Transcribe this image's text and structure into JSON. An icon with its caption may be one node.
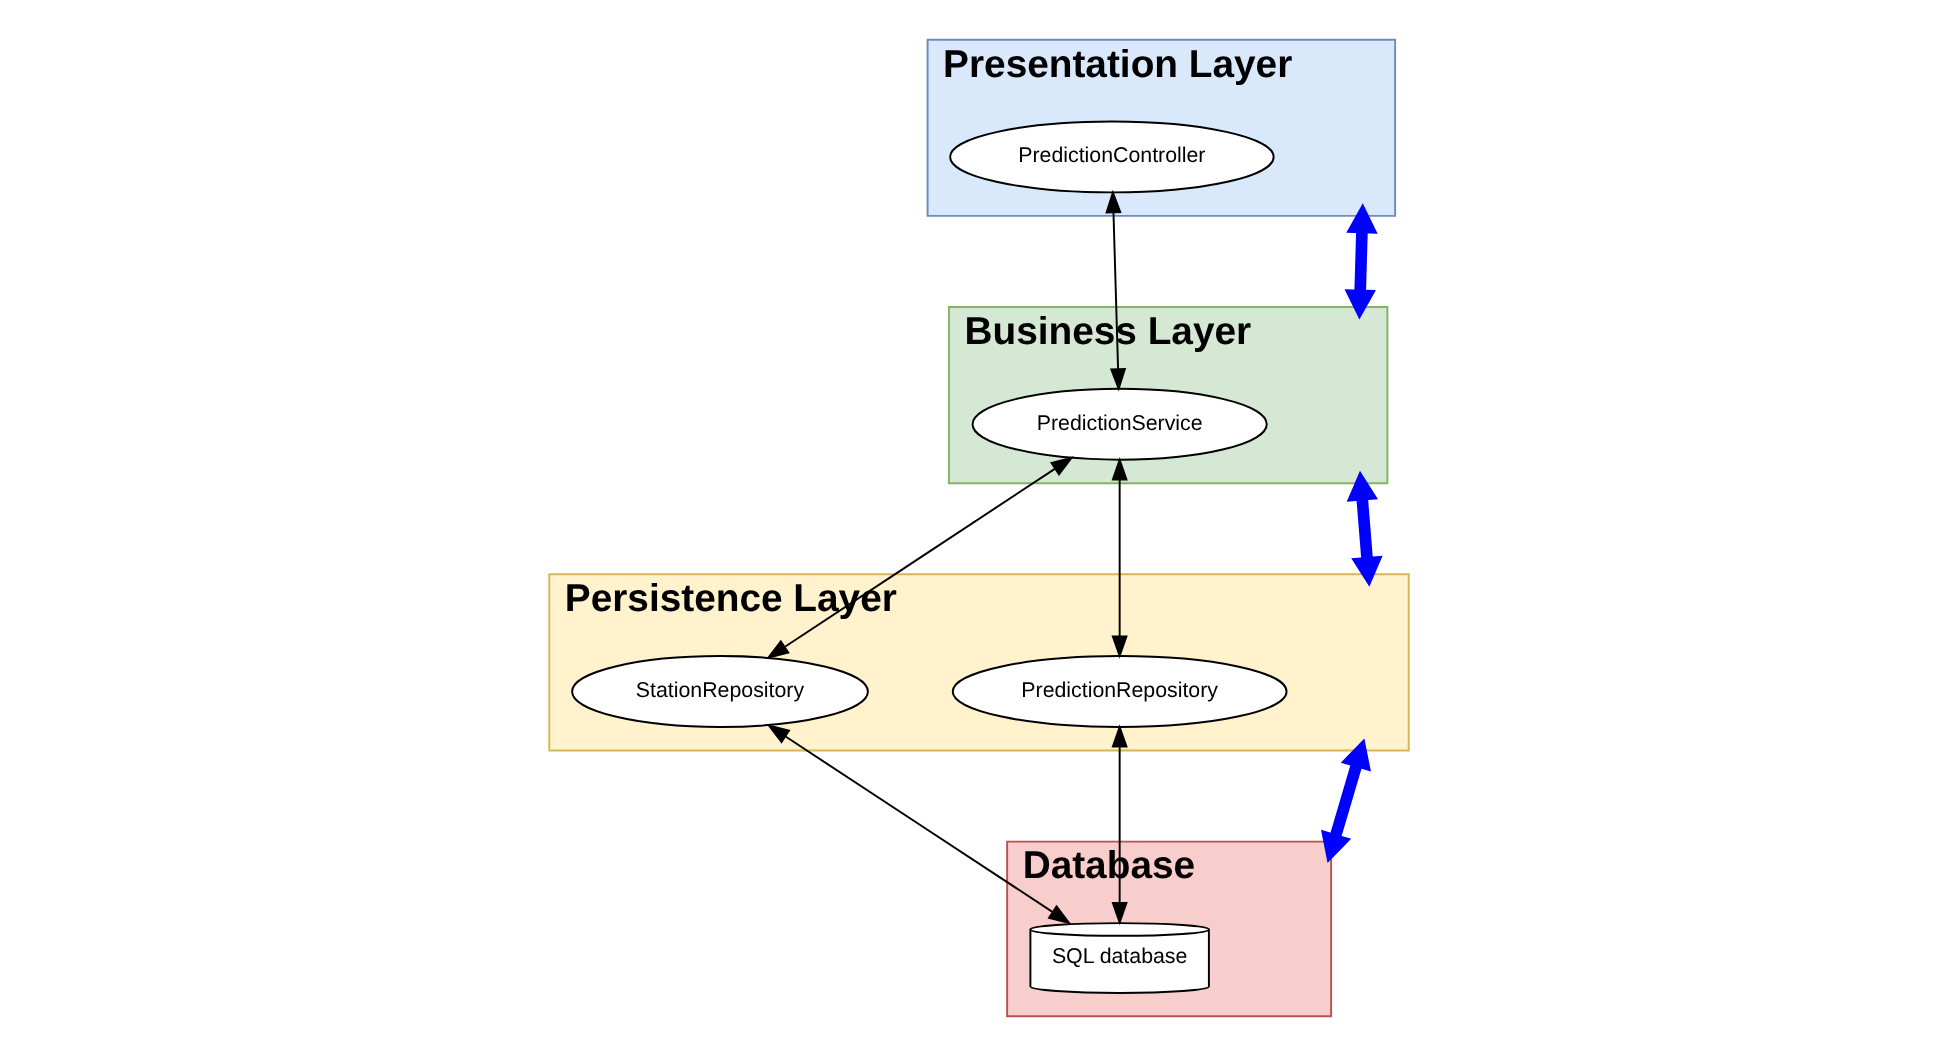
{
  "diagram": {
    "nodes": [
      {
        "text": [
          "Presentation Layer"
        ]
      },
      {
        "text": [
          "PredictionController"
        ],
        "in": 0
      },
      {
        "text": [
          "Business Layer"
        ]
      },
      {
        "text": [
          "PredictionService"
        ],
        "in": 2
      },
      {
        "text": [
          "Persistence Layer"
        ]
      },
      {
        "text": [
          "PredictionRepository"
        ],
        "in": 4
      },
      {
        "text": [
          "StationRepository"
        ],
        "in": 4
      },
      {
        "text": [
          "Database"
        ]
      },
      {
        "text": [
          "SQL database"
        ],
        "in": 7
      }
    ],
    "edges": [
      {
        "from": 0,
        "to": 2,
        "arrow": "both",
        "style": "thick",
        "color": "#0000ff"
      },
      {
        "from": 2,
        "to": 4,
        "arrow": "both",
        "style": "thick",
        "color": "#0000ff"
      },
      {
        "from": 4,
        "to": 7,
        "arrow": "both",
        "style": "thick",
        "color": "#0000ff"
      },
      {
        "from": 1,
        "to": 3,
        "arrow": "both"
      },
      {
        "from": 3,
        "to": 5,
        "arrow": "both"
      },
      {
        "from": 3,
        "to": 6,
        "arrow": "both"
      },
      {
        "from": 5,
        "to": 8,
        "arrow": "both"
      },
      {
        "from": 6,
        "to": 8,
        "arrow": "both"
      }
    ]
  }
}
